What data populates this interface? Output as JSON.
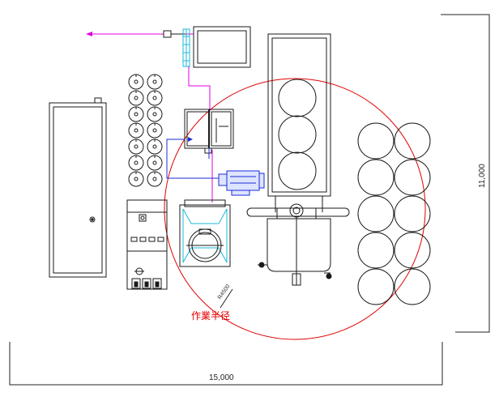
{
  "dimensions": {
    "width_label": "15,000",
    "height_label": "11,000"
  },
  "annotations": {
    "radius_label": "R4500",
    "work_radius_label": "作業半径"
  },
  "colors": {
    "outline": "#1a1a1a",
    "work_radius": "#e00000",
    "pipe_magenta": "#e000e0",
    "pipe_blue": "#1a2bd8",
    "pipe_cyan": "#18b8d8",
    "dimension": "#222222"
  }
}
